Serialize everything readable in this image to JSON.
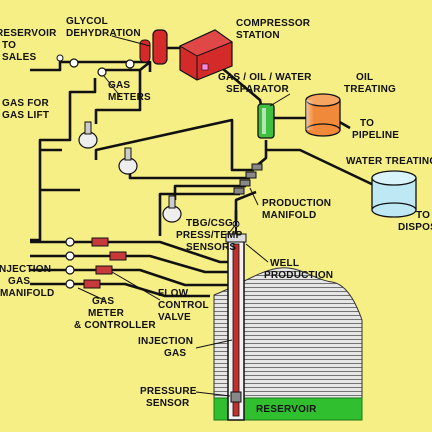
{
  "labels": {
    "reservoir_top": "RESERVOIR",
    "to_sales_1": "TO",
    "to_sales_2": "SALES",
    "glycol_1": "GLYCOL",
    "glycol_2": "DEHYDRATION",
    "compressor_1": "COMPRESSOR",
    "compressor_2": "STATION",
    "gas_meters_1": "GAS",
    "gas_meters_2": "METERS",
    "separator_1": "GAS / OIL / WATER",
    "separator_2": "SEPARATOR",
    "oil_treating_1": "OIL",
    "oil_treating_2": "TREATING",
    "to_pipeline_1": "TO",
    "to_pipeline_2": "PIPELINE",
    "gas_lift_1": "GAS FOR",
    "gas_lift_2": "GAS LIFT",
    "water_treating": "WATER TREATING",
    "to_disposal_1": "TO",
    "to_disposal_2": "DISPOSAL",
    "production_manifold_1": "PRODUCTION",
    "production_manifold_2": "MANIFOLD",
    "tbg_csg_1": "TBG/CSG",
    "tbg_csg_2": "PRESS/TEMP",
    "tbg_csg_3": "SENSORS",
    "well_production_1": "WELL",
    "well_production_2": "PRODUCTION",
    "injection_manifold_1": "INJECTION",
    "injection_manifold_2": "GAS",
    "injection_manifold_3": "MANIFOLD",
    "meter_controller_1": "GAS",
    "meter_controller_2": "METER",
    "meter_controller_3": "& CONTROLLER",
    "flow_valve_1": "FLOW",
    "flow_valve_2": "CONTROL",
    "flow_valve_3": "VALVE",
    "injection_gas_1": "INJECTION",
    "injection_gas_2": "GAS",
    "pressure_sensor_1": "PRESSURE",
    "pressure_sensor_2": "SENSOR",
    "reservoir_bottom": "RESERVOIR"
  },
  "colors": {
    "background": "#f6ef86",
    "compressor": "#d42a2a",
    "dehydrator": "#d42a2a",
    "separator": "#3fbf3f",
    "oil_tank": "#f08a3a",
    "water_tank": "#bfe8f5",
    "reservoir": "#2fbf2f",
    "injection_meter": "#c83a3a",
    "pipe": "#111111"
  }
}
